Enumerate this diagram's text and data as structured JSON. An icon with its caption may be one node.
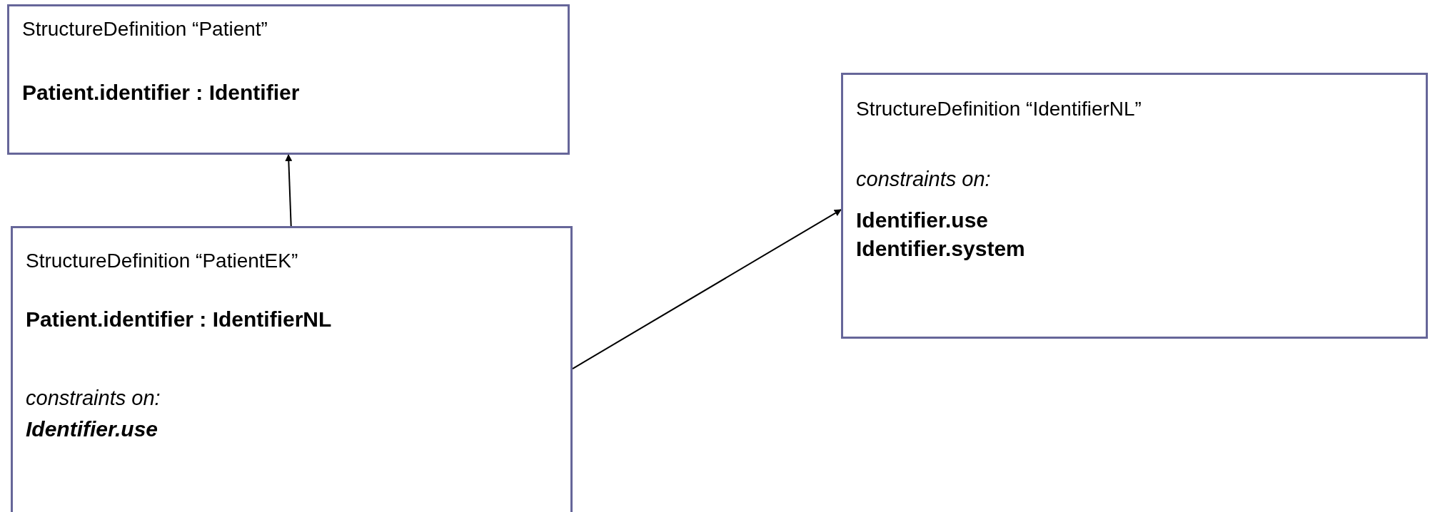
{
  "diagram": {
    "nodes": [
      {
        "text": [
          "StructureDefinition  “Patient”",
          "Patient.identifier : Identifier"
        ]
      },
      {
        "text": [
          "StructureDefinition “PatientEK”",
          "Patient.identifier : IdentifierNL",
          "constraints on:",
          "Identifier.use"
        ]
      },
      {
        "text": [
          "StructureDefinition “IdentifierNL”",
          "constraints on:",
          "Identifier.use",
          "Identifier.system"
        ]
      }
    ],
    "edges": [
      {
        "from": 1,
        "to": 0,
        "arrow": "to"
      },
      {
        "from": 1,
        "to": 2,
        "arrow": "to"
      }
    ]
  }
}
